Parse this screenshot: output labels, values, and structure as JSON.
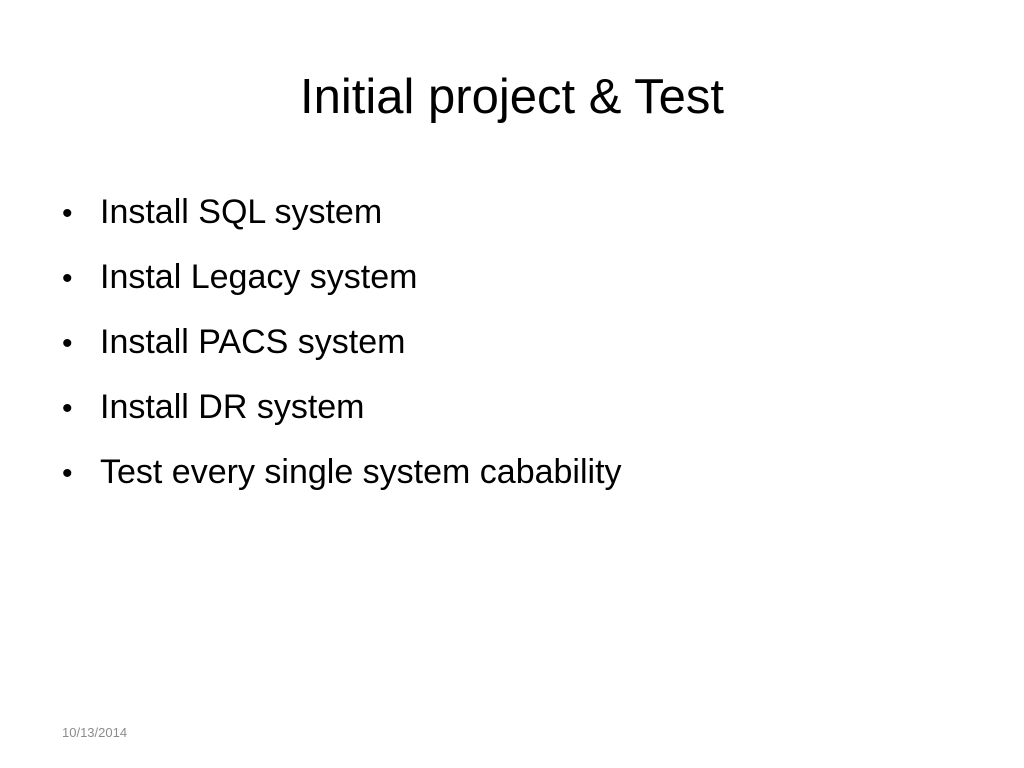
{
  "slide": {
    "title": "Initial project & Test",
    "bullets": [
      "Install SQL system",
      "Instal Legacy system",
      "Install PACS system",
      "Install DR system",
      "Test every single system cabability"
    ],
    "bullet_glyph": "•",
    "footer_date": "10/13/2014",
    "colors": {
      "background": "#ffffff",
      "text": "#000000",
      "footer": "#8c8c8c"
    }
  }
}
